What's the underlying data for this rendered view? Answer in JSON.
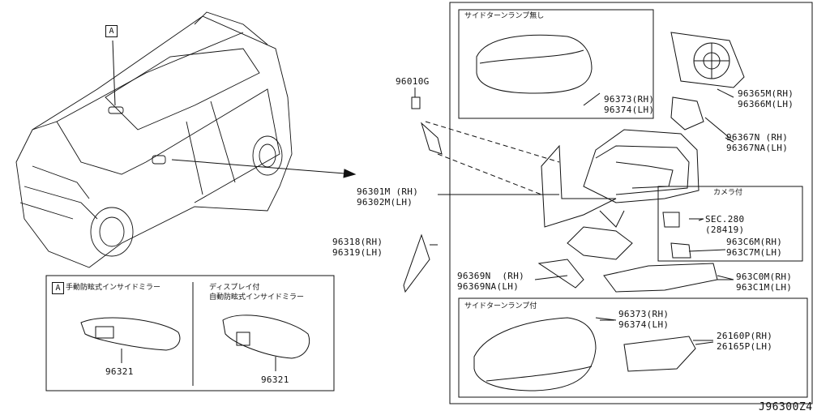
{
  "reference_marker": "A",
  "diagram_code": "J96300Z4",
  "boxes": {
    "without_turn_lamp": "サイドターンランプ無し",
    "with_turn_lamp": "サイドターンランプ付",
    "with_camera": "カメラ付",
    "manual_mirror": "手動防眩式インサイドミラー",
    "display_mirror_line1": "ディスプレイ付",
    "display_mirror_line2": "自動防眩式インサイドミラー"
  },
  "parts": {
    "p96010G": "96010G",
    "p96301M": "96301M (RH)\n96302M(LH)",
    "p96318": "96318(RH)\n96319(LH)",
    "p96373_top": "96373(RH)\n96374(LH)",
    "p96365M": "96365M(RH)\n96366M(LH)",
    "p96367N": "96367N (RH)\n96367NA(LH)",
    "sec280": "SEC.280\n(28419)",
    "p963C6M": "963C6M(RH)\n963C7M(LH)",
    "p96369N": "96369N  (RH)\n96369NA(LH)",
    "p963C0M": "963C0M(RH)\n963C1M(LH)",
    "p96373_bottom": "96373(RH)\n96374(LH)",
    "p26160P": "26160P(RH)\n26165P(LH)",
    "p96321_a": "96321",
    "p96321_b": "96321"
  }
}
